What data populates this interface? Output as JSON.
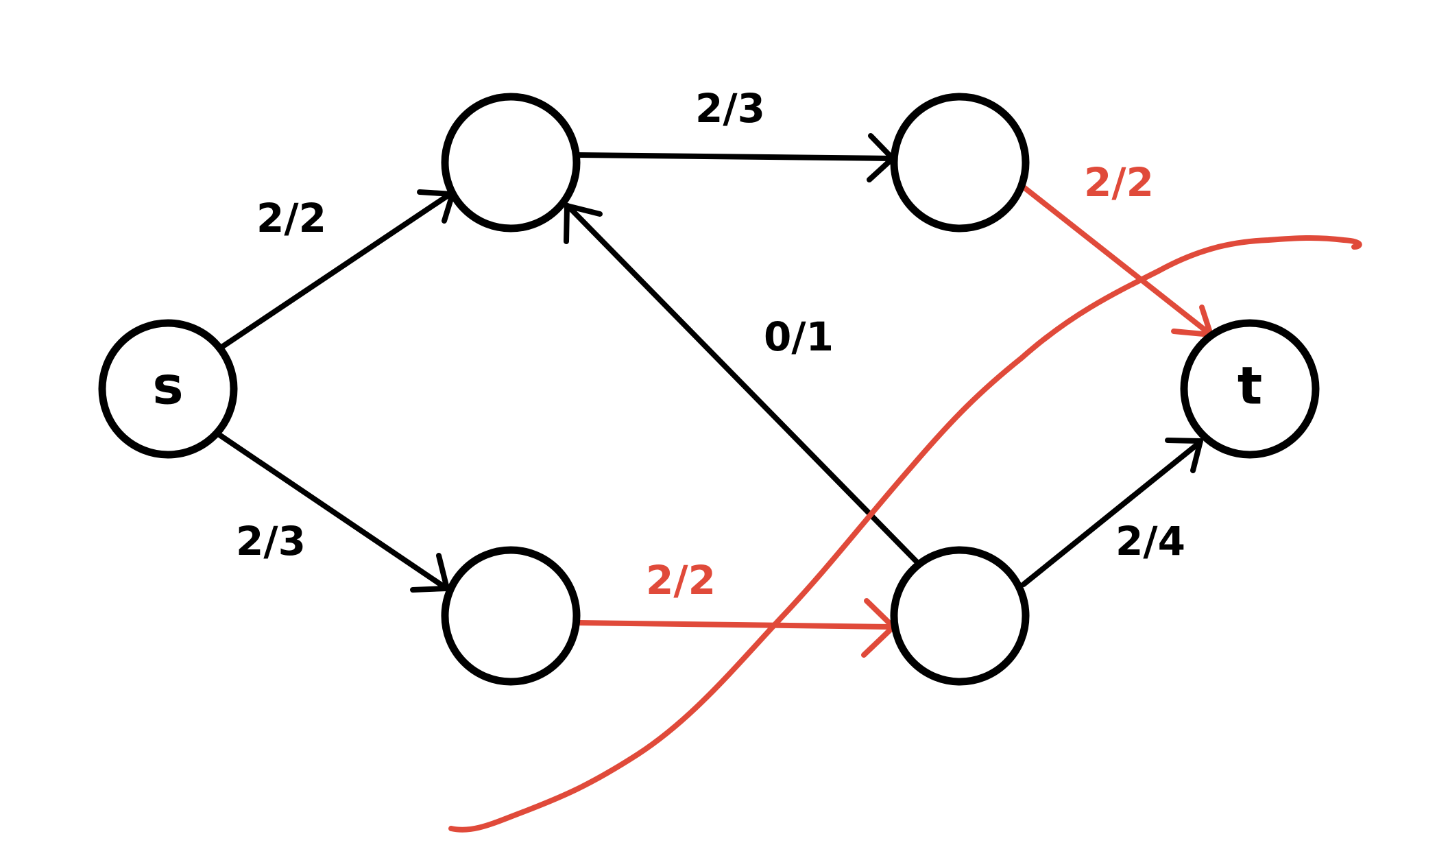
{
  "colors": {
    "ink": "#000000",
    "highlight": "#e04a3a",
    "background": "#ffffff"
  },
  "nodes": [
    {
      "id": "s",
      "label": "s"
    },
    {
      "id": "a",
      "label": ""
    },
    {
      "id": "b",
      "label": ""
    },
    {
      "id": "c",
      "label": ""
    },
    {
      "id": "d",
      "label": ""
    },
    {
      "id": "t",
      "label": "t"
    }
  ],
  "edges": [
    {
      "id": "s-a",
      "from": "s",
      "to": "a",
      "label": "2/2",
      "highlighted": false
    },
    {
      "id": "s-b",
      "from": "s",
      "to": "b",
      "label": "2/3",
      "highlighted": false
    },
    {
      "id": "a-c",
      "from": "a",
      "to": "c",
      "label": "2/3",
      "highlighted": false
    },
    {
      "id": "d-a",
      "from": "d",
      "to": "a",
      "label": "0/1",
      "highlighted": false
    },
    {
      "id": "c-t",
      "from": "c",
      "to": "t",
      "label": "2/2",
      "highlighted": true
    },
    {
      "id": "b-d",
      "from": "b",
      "to": "d",
      "label": "2/2",
      "highlighted": true
    },
    {
      "id": "d-t",
      "from": "d",
      "to": "t",
      "label": "2/4",
      "highlighted": false
    }
  ],
  "cut": {
    "description": "",
    "highlighted": true
  }
}
